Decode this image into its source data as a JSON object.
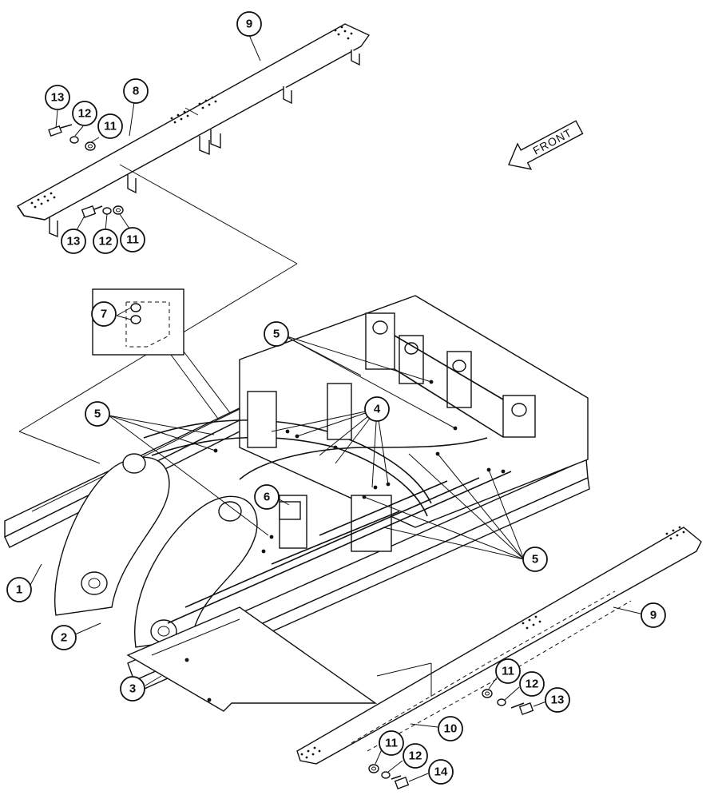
{
  "front_indicator": {
    "label": "FRONT"
  },
  "callouts": [
    {
      "id": "c9a",
      "label": "9"
    },
    {
      "id": "c13a",
      "label": "13"
    },
    {
      "id": "c12a",
      "label": "12"
    },
    {
      "id": "c8",
      "label": "8"
    },
    {
      "id": "c11a",
      "label": "11"
    },
    {
      "id": "c13b",
      "label": "13"
    },
    {
      "id": "c12b",
      "label": "12"
    },
    {
      "id": "c11b",
      "label": "11"
    },
    {
      "id": "c7",
      "label": "7"
    },
    {
      "id": "c5a",
      "label": "5"
    },
    {
      "id": "c5b",
      "label": "5"
    },
    {
      "id": "c4",
      "label": "4"
    },
    {
      "id": "c6",
      "label": "6"
    },
    {
      "id": "c5c",
      "label": "5"
    },
    {
      "id": "c1",
      "label": "1"
    },
    {
      "id": "c2",
      "label": "2"
    },
    {
      "id": "c3",
      "label": "3"
    },
    {
      "id": "c9b",
      "label": "9"
    },
    {
      "id": "c11c",
      "label": "11"
    },
    {
      "id": "c12c",
      "label": "12"
    },
    {
      "id": "c13c",
      "label": "13"
    },
    {
      "id": "c10",
      "label": "10"
    },
    {
      "id": "c11d",
      "label": "11"
    },
    {
      "id": "c12d",
      "label": "12"
    },
    {
      "id": "c14",
      "label": "14"
    }
  ]
}
